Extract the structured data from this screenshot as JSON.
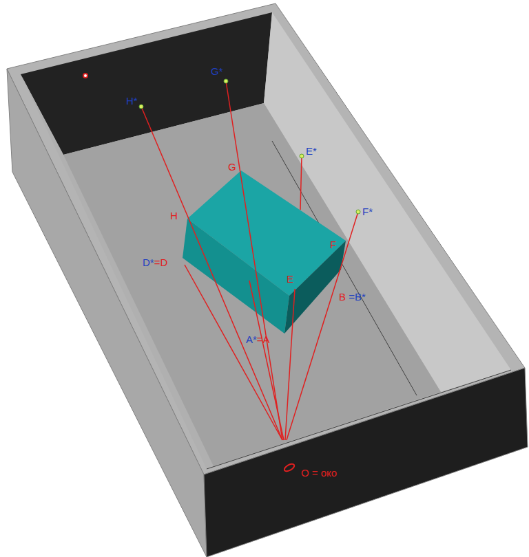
{
  "diagram": {
    "labels": [
      "H*",
      "G*",
      "E*",
      "F*",
      "G",
      "H",
      "D*=D",
      "F",
      "E",
      "B =B*",
      "A*=A",
      "O = око"
    ]
  }
}
